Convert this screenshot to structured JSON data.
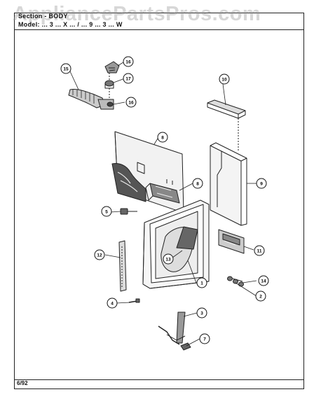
{
  "watermark": "AppliancePartsPros.com",
  "header": {
    "section": "Section - BODY",
    "model": "Model: ... 3 ... X ... / ... 9 ... 3 ... W"
  },
  "footer": {
    "date": "6/92"
  },
  "callouts": [
    "15",
    "16",
    "17",
    "16",
    "10",
    "8",
    "8",
    "9",
    "5",
    "12",
    "13",
    "11",
    "1",
    "14",
    "2",
    "4",
    "3",
    "7"
  ]
}
